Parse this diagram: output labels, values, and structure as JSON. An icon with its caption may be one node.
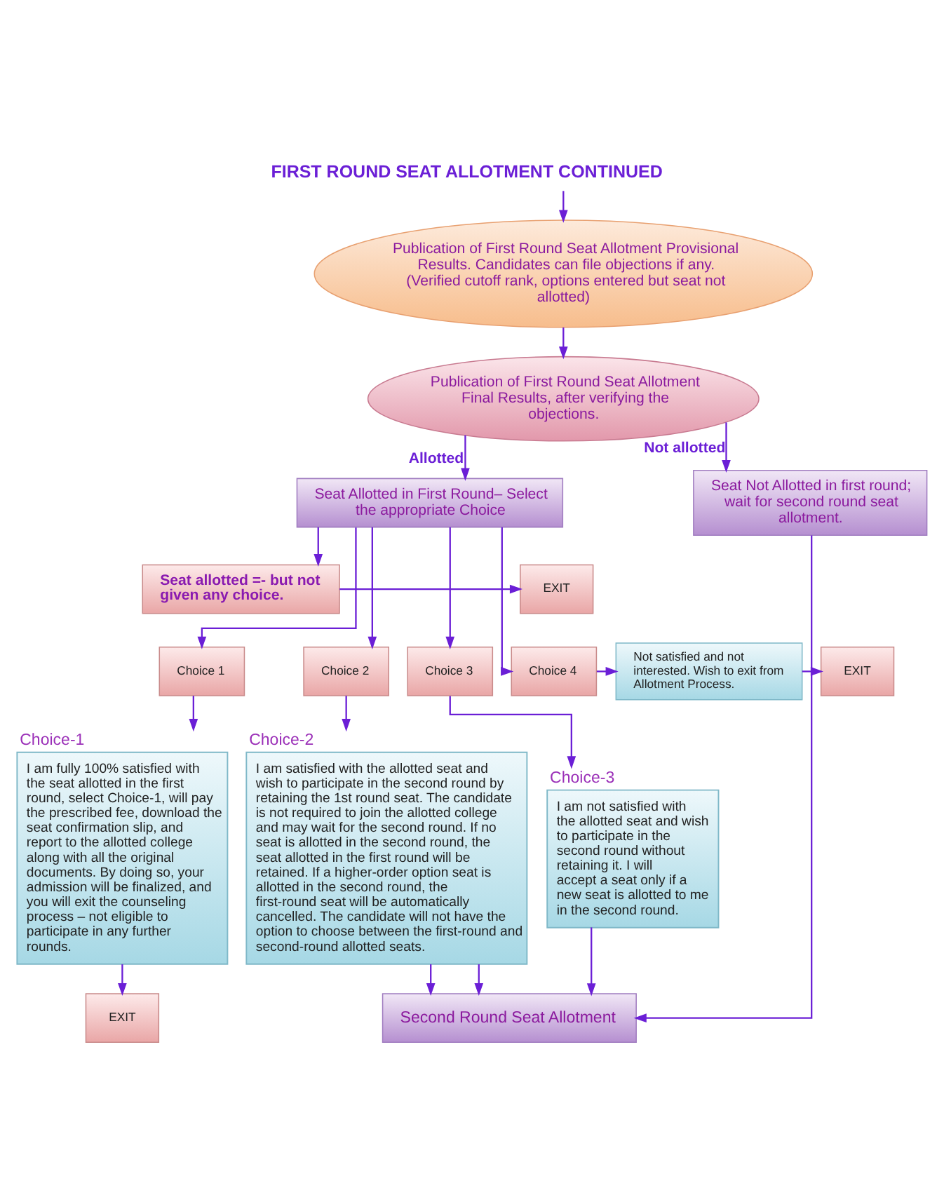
{
  "diagram": {
    "title": "FIRST ROUND SEAT ALLOTMENT CONTINUED",
    "nodes": [
      {
        "text": [
          "Publication of First Round Seat Allotment Provisional Results. Candidates can file objections if any. (Verified cutoff rank, options entered but seat not allotted)"
        ]
      },
      {
        "text": [
          "Publication of First Round Seat Allotment Final Results, after verifying the objections."
        ]
      },
      {
        "text": [
          "Seat Allotted in First Round– Select the appropriate Choice"
        ]
      },
      {
        "text": [
          "Seat Not Allotted in first round; wait for second round seat allotment."
        ]
      },
      {
        "text": [
          "Seat allotted =- but not given any choice."
        ]
      },
      {
        "text": [
          "EXIT"
        ]
      },
      {
        "text": [
          "Choice 1"
        ]
      },
      {
        "text": [
          "Choice 2"
        ]
      },
      {
        "text": [
          "Choice 3"
        ]
      },
      {
        "text": [
          "Choice 4"
        ]
      },
      {
        "text": [
          "Not satisfied and not interested. Wish to exit from Allotment Process."
        ]
      },
      {
        "text": [
          "EXIT"
        ]
      },
      {
        "text": [
          "Choice-1",
          "I am fully 100% satisfied with the seat allotted in the first round, select Choice-1, will pay the prescribed fee, download the seat confirmation slip, and report to the allotted college along with all the original documents. By doing so, your admission will be finalized, and you will exit the counseling process – not eligible to participate in any further rounds."
        ]
      },
      {
        "text": [
          "Choice-2",
          "I am satisfied with the allotted seat and wish to participate in the second round by retaining the 1st round seat. The candidate is not required to join the allotted college and may wait for the second round. If no seat is allotted in the second round, the seat allotted in the first round will be retained. If a higher-order option seat is allotted in the second round, the first-round seat will be automatically cancelled. The candidate will not have the option to choose between the first-round and second-round allotted seats."
        ]
      },
      {
        "text": [
          "Choice-3",
          "I am not satisfied with the allotted seat and wish to participate in the second round without retaining it. I will accept a seat only if a new seat is allotted to me in the second round."
        ]
      },
      {
        "text": [
          "EXIT"
        ]
      },
      {
        "text": [
          "Second Round Seat Allotment"
        ]
      }
    ],
    "edges": [
      {
        "from": null,
        "to": 0,
        "arrow": "to"
      },
      {
        "from": 0,
        "to": 1,
        "arrow": "to"
      },
      {
        "from": 1,
        "to": 2,
        "arrow": "to",
        "label": "Allotted"
      },
      {
        "from": 1,
        "to": 3,
        "arrow": "to",
        "label": "Not allotted"
      },
      {
        "from": 2,
        "to": 4,
        "arrow": "to"
      },
      {
        "from": 4,
        "to": 5,
        "arrow": "to"
      },
      {
        "from": 2,
        "to": 6,
        "arrow": "to"
      },
      {
        "from": 2,
        "to": 7,
        "arrow": "to"
      },
      {
        "from": 2,
        "to": 8,
        "arrow": "to"
      },
      {
        "from": 2,
        "to": 9,
        "arrow": "to"
      },
      {
        "from": 9,
        "to": 10,
        "arrow": "to"
      },
      {
        "from": 10,
        "to": 11,
        "arrow": "to"
      },
      {
        "from": 6,
        "to": 12,
        "arrow": "to"
      },
      {
        "from": 7,
        "to": 13,
        "arrow": "to"
      },
      {
        "from": 8,
        "to": 14,
        "arrow": "to"
      },
      {
        "from": 12,
        "to": 15,
        "arrow": "to"
      },
      {
        "from": 13,
        "to": 16,
        "arrow": "to"
      },
      {
        "from": 13,
        "to": 16,
        "arrow": "to"
      },
      {
        "from": 14,
        "to": 16,
        "arrow": "to"
      },
      {
        "from": 3,
        "to": 16,
        "arrow": "to"
      }
    ]
  }
}
